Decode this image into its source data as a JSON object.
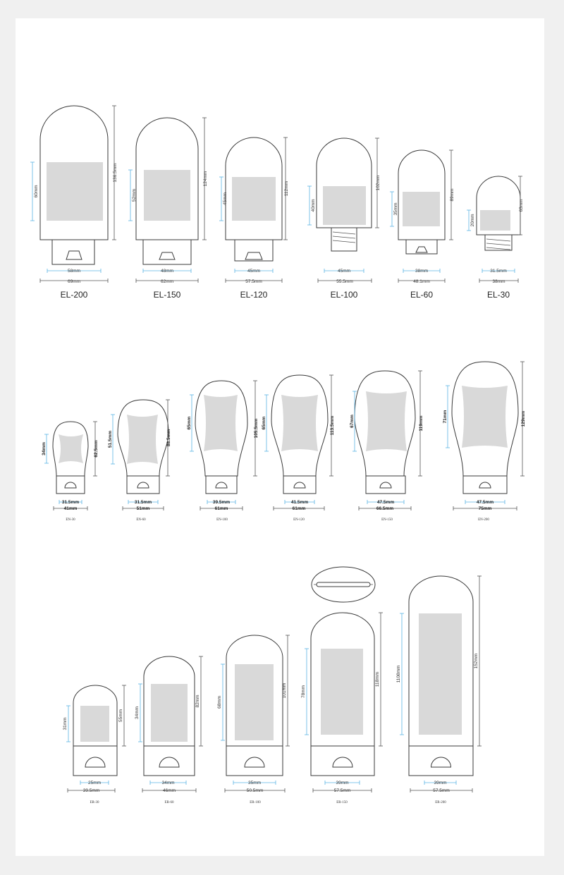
{
  "el_series": [
    {
      "model": "EL-200",
      "height": "136.5mm",
      "label_height": "60mm",
      "cap_width": "58mm",
      "body_width": "69mm"
    },
    {
      "model": "EL-150",
      "height": "124mm",
      "label_height": "52mm",
      "cap_width": "48mm",
      "body_width": "62mm"
    },
    {
      "model": "EL-120",
      "height": "112mm",
      "label_height": "45mm",
      "cap_width": "45mm",
      "body_width": "57.5mm"
    },
    {
      "model": "EL-100",
      "height": "102mm",
      "label_height": "40mm",
      "cap_width": "45mm",
      "body_width": "55.5mm"
    },
    {
      "model": "EL-60",
      "height": "89mm",
      "label_height": "35mm",
      "cap_width": "38mm",
      "body_width": "48.1mm"
    },
    {
      "model": "EL-30",
      "height": "63mm",
      "label_height": "20mm",
      "cap_width": "31.5mm",
      "body_width": "38mm"
    }
  ],
  "en_series": [
    {
      "model": "EN-30",
      "height": "62.5mm",
      "label_height": "34mm",
      "cap_width": "31.5mm",
      "body_width": "41mm"
    },
    {
      "model": "EN-60",
      "height": "88.5mm",
      "label_height": "51.5mm",
      "cap_width": "31.5mm",
      "body_width": "51mm"
    },
    {
      "model": "EN-100",
      "height": "105.5mm",
      "label_height": "65mm",
      "cap_width": "39.5mm",
      "body_width": "61mm"
    },
    {
      "model": "EN-120",
      "height": "113.5mm",
      "label_height": "65mm",
      "cap_width": "41.5mm",
      "body_width": "61mm"
    },
    {
      "model": "EN-150",
      "height": "119mm",
      "label_height": "67mm",
      "cap_width": "47.5mm",
      "body_width": "66.5mm"
    },
    {
      "model": "EN-200",
      "height": "129mm",
      "label_height": "71mm",
      "cap_width": "47.5mm",
      "body_width": "75mm"
    }
  ],
  "er_series": [
    {
      "model": "ER-30",
      "height": "55mm",
      "label_height": "31mm",
      "cap_width": "25mm",
      "body_width": "39.5mm"
    },
    {
      "model": "ER-60",
      "height": "82mm",
      "label_height": "34mm",
      "cap_width": "34mm",
      "body_width": "46mm"
    },
    {
      "model": "ER-100",
      "height": "101mm",
      "label_height": "68mm",
      "cap_width": "35mm",
      "body_width": "50.5mm"
    },
    {
      "model": "ER-150",
      "height": "118mm",
      "label_height": "78mm",
      "cap_width": "39mm",
      "body_width": "57.5mm"
    },
    {
      "model": "ER-200",
      "height": "152mm",
      "label_height": "1108mm",
      "cap_width": "39mm",
      "body_width": "57.5mm"
    }
  ],
  "colors": {
    "outline": "#3a3a3a",
    "label_area": "#d9d9d9",
    "dimension_blue": "#5bb4e5",
    "dimension_dark": "#555555",
    "background": "#f0f0f0"
  }
}
